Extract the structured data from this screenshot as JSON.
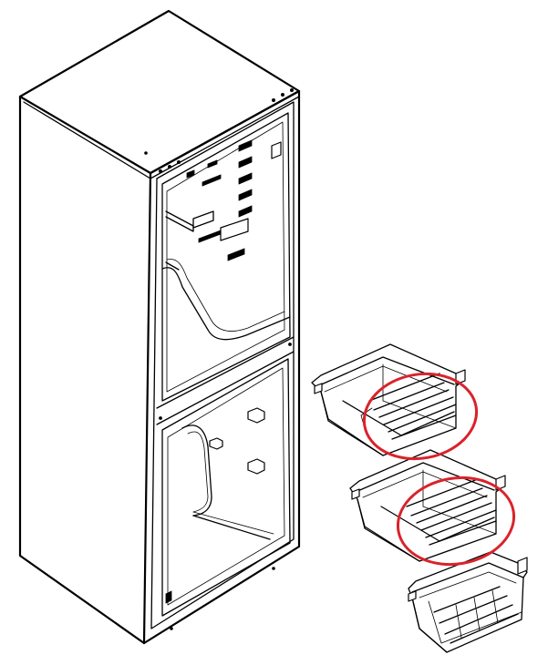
{
  "highlight_color": "#d9232b",
  "line_color": "#000000",
  "background_color": "#ffffff",
  "parts": [
    "refrigerator-cabinet",
    "drawer-upper",
    "drawer-middle",
    "drawer-lower"
  ],
  "highlighted_parts": [
    "drawer-upper-rails",
    "drawer-middle-rails"
  ]
}
